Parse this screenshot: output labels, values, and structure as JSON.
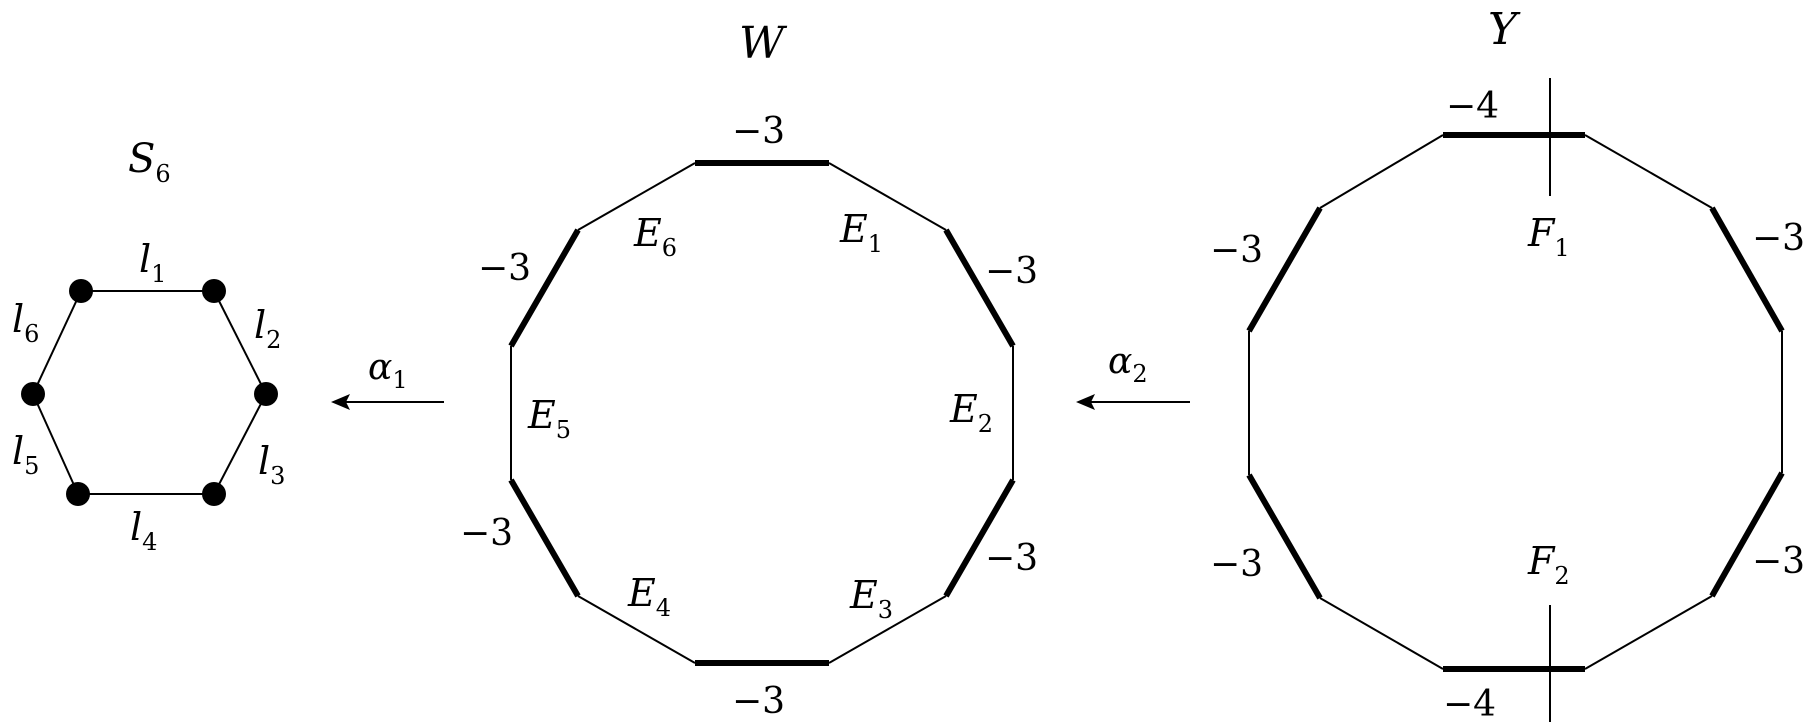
{
  "hexagon": {
    "title_letter": "S",
    "title_sub": "6",
    "edges": [
      {
        "letter": "l",
        "sub": "1"
      },
      {
        "letter": "l",
        "sub": "2"
      },
      {
        "letter": "l",
        "sub": "3"
      },
      {
        "letter": "l",
        "sub": "4"
      },
      {
        "letter": "l",
        "sub": "5"
      },
      {
        "letter": "l",
        "sub": "6"
      }
    ]
  },
  "arrow1": {
    "letter": "α",
    "sub": "1"
  },
  "arrow2": {
    "letter": "α",
    "sub": "2"
  },
  "W": {
    "title": "W",
    "curves": [
      {
        "letter": "E",
        "sub": "1"
      },
      {
        "letter": "E",
        "sub": "2"
      },
      {
        "letter": "E",
        "sub": "3"
      },
      {
        "letter": "E",
        "sub": "4"
      },
      {
        "letter": "E",
        "sub": "5"
      },
      {
        "letter": "E",
        "sub": "6"
      }
    ],
    "self_intersections": [
      "−3",
      "−3",
      "−3",
      "−3",
      "−3",
      "−3"
    ]
  },
  "Y": {
    "title": "Y",
    "fibers": [
      {
        "letter": "F",
        "sub": "1"
      },
      {
        "letter": "F",
        "sub": "2"
      }
    ],
    "self_intersections": [
      "−4",
      "−3",
      "−3",
      "−4",
      "−3",
      "−3"
    ]
  }
}
